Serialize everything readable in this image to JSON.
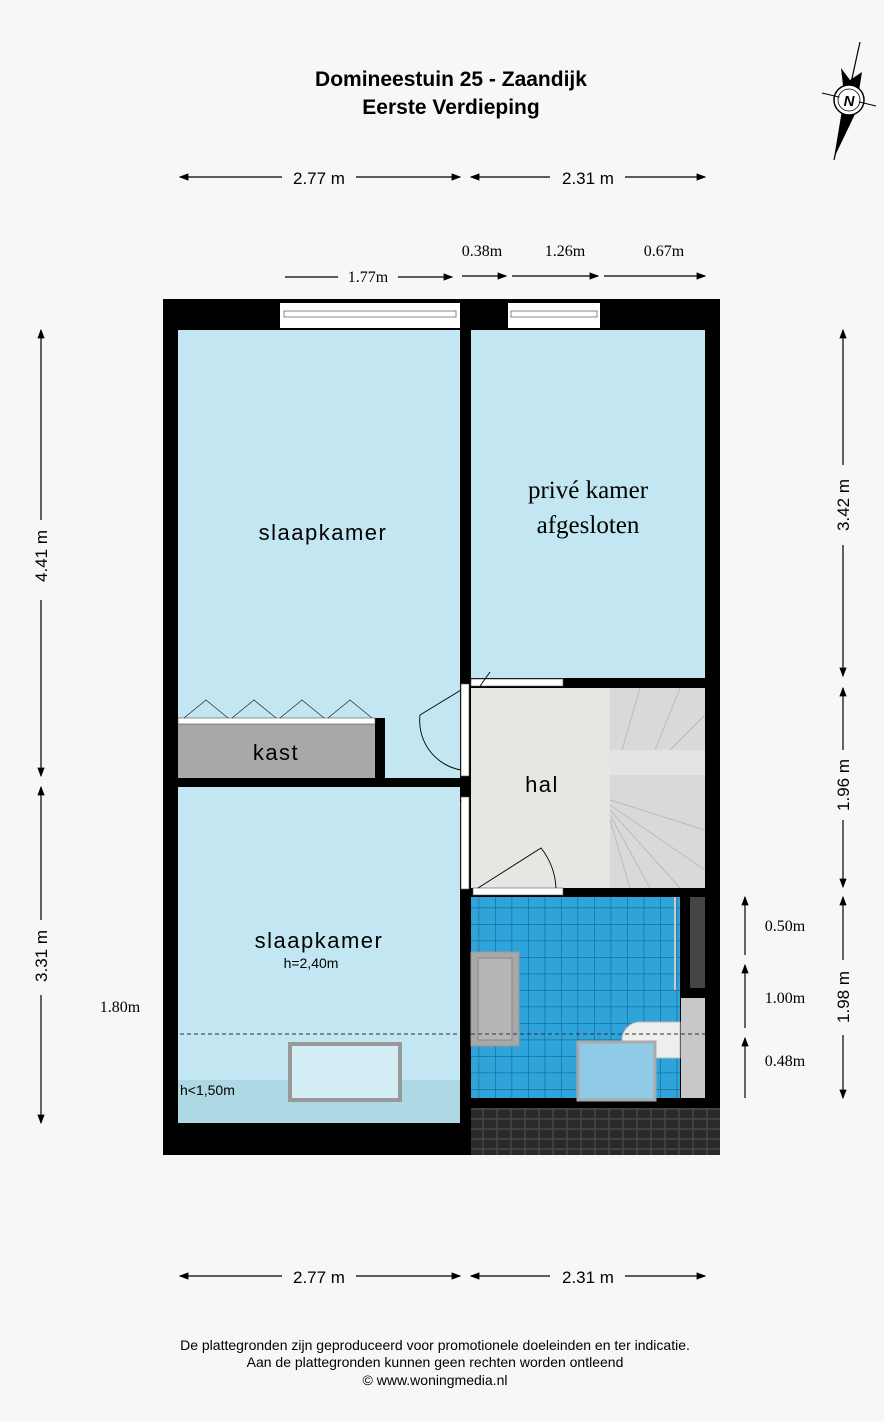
{
  "title": {
    "line1": "Domineestuin 25 - Zaandijk",
    "line2": "Eerste Verdieping"
  },
  "compass": {
    "label": "N"
  },
  "dimensions": {
    "top_left": "2.77 m",
    "top_right": "2.31 m",
    "window_left": "1.77m",
    "seg1": "0.38m",
    "seg2": "1.26m",
    "seg3": "0.67m",
    "left_upper": "4.41 m",
    "left_lower": "3.31 m",
    "left_height": "1.80m",
    "right_upper": "3.42 m",
    "right_middle": "1.96 m",
    "right_lower": "1.98 m",
    "bath1": "0.50m",
    "bath2": "1.00m",
    "bath3": "0.48m",
    "bottom_left": "2.77 m",
    "bottom_right": "2.31 m"
  },
  "rooms": {
    "bedroom1": "slaapkamer",
    "closet": "kast",
    "private1": "privé kamer",
    "private2": "afgesloten",
    "hall": "hal",
    "bedroom2": "slaapkamer",
    "bedroom2_height": "h=2,40m",
    "slope": "h<1,50m"
  },
  "footer": {
    "line1": "De plattegronden zijn geproduceerd voor promotionele doeleinden en ter indicatie.",
    "line2": "Aan de plattegronden kunnen geen rechten worden ontleend",
    "line3": "© www.woningmedia.nl"
  },
  "colors": {
    "room": "#c2e6f2",
    "hall": "#e6e6e3",
    "tiles": "#2fa4da",
    "wall": "#000000"
  }
}
